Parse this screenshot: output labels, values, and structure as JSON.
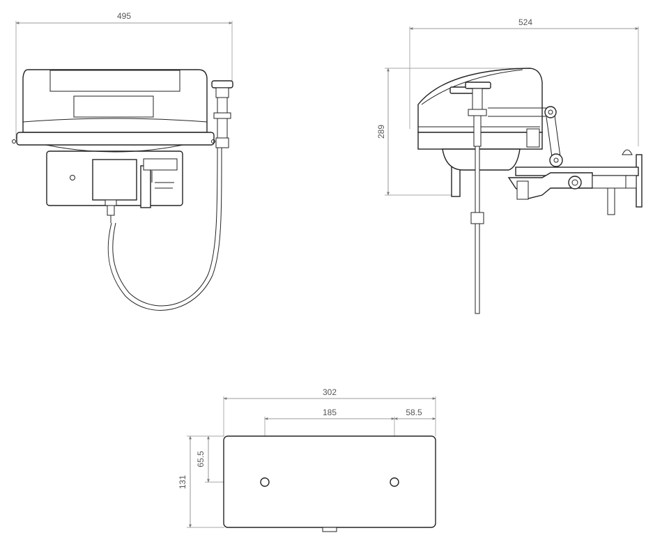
{
  "front_view": {
    "width_label": "495"
  },
  "side_view": {
    "depth_label": "524",
    "height_label": "289"
  },
  "mounting_plate": {
    "width_label": "302",
    "hole_spacing_label": "185",
    "hole_edge_offset_label": "58.5",
    "height_label": "131",
    "hole_height_label": "65.5"
  },
  "colors": {
    "line": "#222222",
    "dimension": "#7a7a7a",
    "background": "#ffffff"
  }
}
